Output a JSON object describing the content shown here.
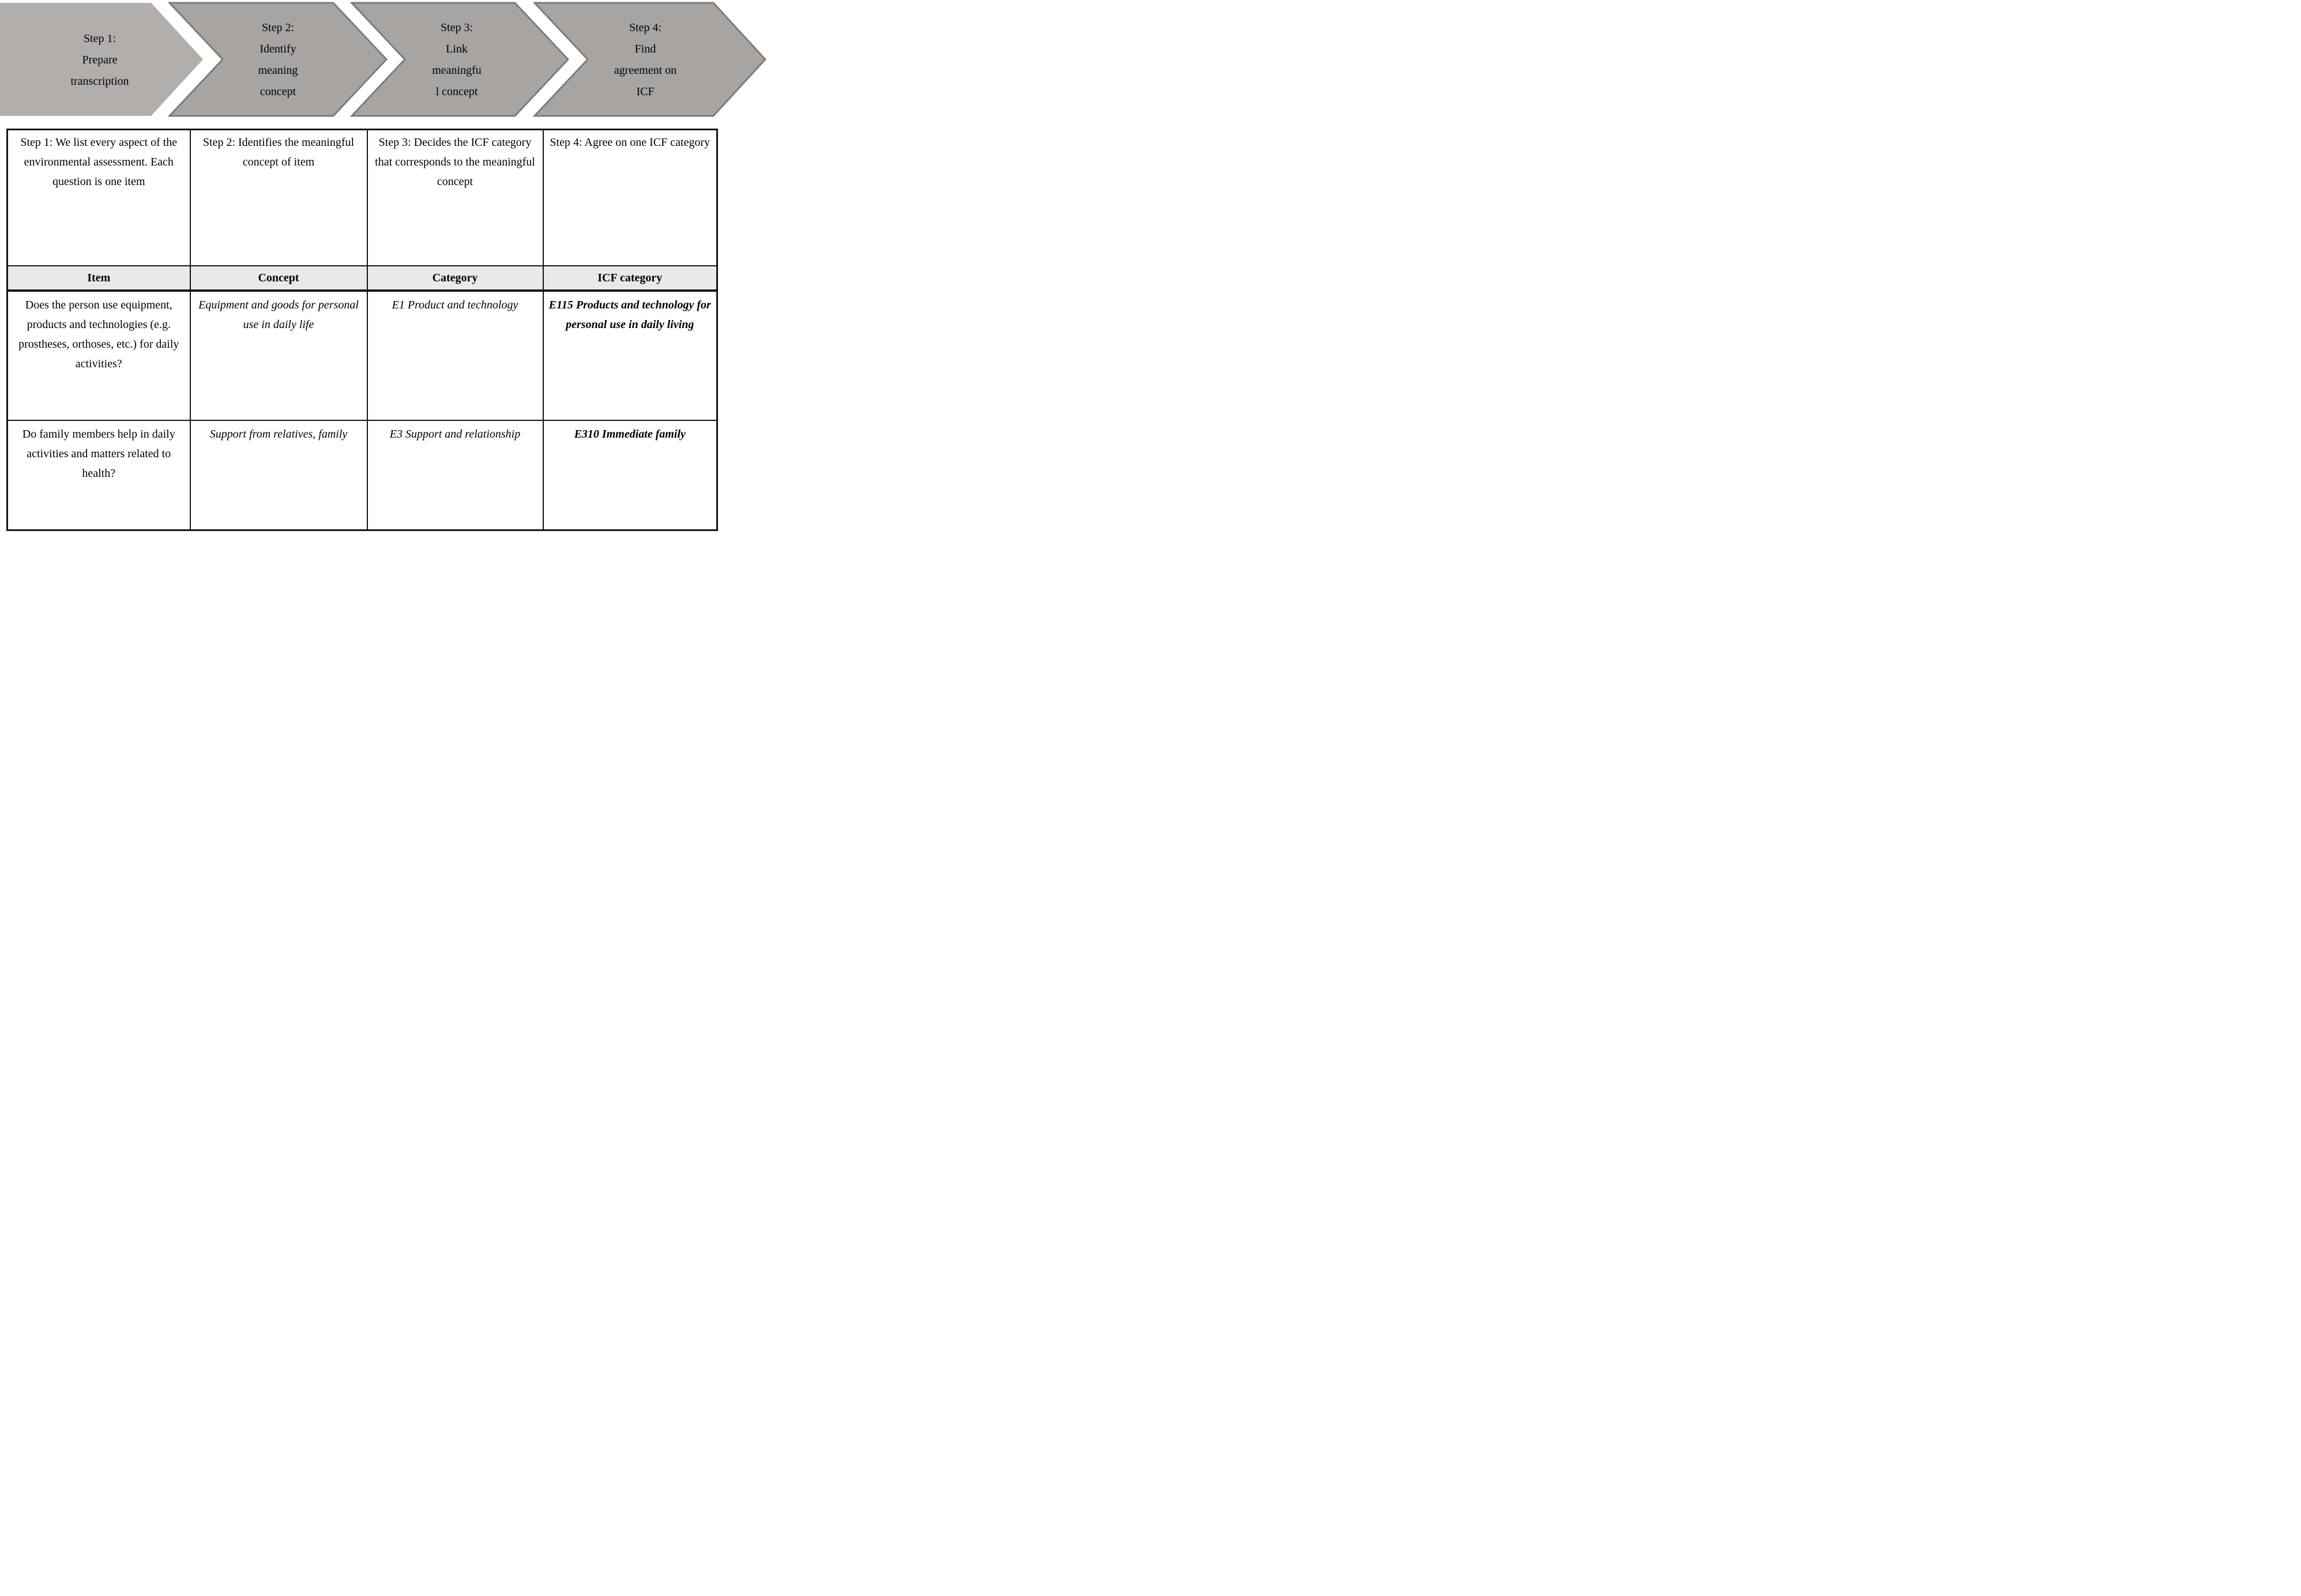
{
  "banner": {
    "steps": [
      {
        "lines": [
          "Step 1:",
          "Prepare",
          "transcription"
        ]
      },
      {
        "lines": [
          "Step 2:",
          "Identify",
          "meaning",
          "concept"
        ]
      },
      {
        "lines": [
          "Step 3:",
          "Link",
          "meaningfu",
          "l concept"
        ]
      },
      {
        "lines": [
          "Step 4:",
          "Find",
          "agreement on",
          "ICF"
        ]
      }
    ],
    "colors": {
      "step1_fill": "#b2aeab",
      "step_fill": "#a7a4a2",
      "step_outline": "#7d7b7a"
    }
  },
  "table": {
    "colors": {
      "header_bg": "#e9e9e9",
      "border": "#141414"
    },
    "description_row": [
      "Step 1: We list every aspect of the environmental assessment. Each question is one item",
      "Step 2: Identifies the meaningful concept of item",
      "Step 3: Decides the ICF category that corresponds to the meaningful concept",
      "Step 4: Agree on one ICF category"
    ],
    "headers": [
      "Item",
      "Concept",
      "Category",
      "ICF category"
    ],
    "rows": [
      {
        "item": "Does the person use equipment, products and technologies (e.g. prostheses, orthoses, etc.) for daily activities?",
        "concept": "Equipment and goods for personal use in daily life",
        "category": "E1 Product and technology",
        "icf_category": "E115 Products and technology for personal use in daily living"
      },
      {
        "item": "Do family members help in daily activities and matters related to health?",
        "concept": "Support from relatives, family",
        "category": "E3 Support and relationship",
        "icf_category": "E310 Immediate family"
      }
    ]
  }
}
